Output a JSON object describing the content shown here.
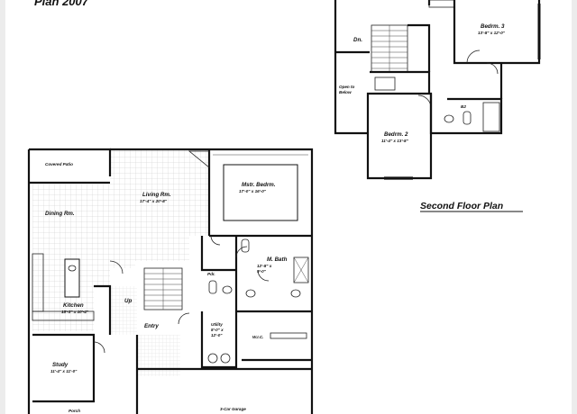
{
  "plan_title": "Plan 2007",
  "second_floor": {
    "caption": "Second Floor Plan",
    "dn": "Dn.",
    "open_to_below": [
      "Open to",
      "Below"
    ],
    "bedrm3": {
      "name": "Bedrm. 3",
      "size": "13'-8\" x 12'-0\""
    },
    "bedrm2": {
      "name": "Bedrm. 2",
      "size": "11'-4\" x 13'-8\""
    },
    "bath2": "B2"
  },
  "first_floor": {
    "covered_patio": "Covered Patio",
    "living": {
      "name": "Living Rm.",
      "size": "17'-4\" x 20'-8\""
    },
    "dining": "Dining Rm.",
    "mstr_bedrm": {
      "name": "Mstr. Bedrm.",
      "size": "17'-0\" x 16'-0\""
    },
    "m_bath": {
      "name": "M. Bath",
      "size": [
        "12'-8\" x",
        "9'-0\""
      ]
    },
    "pdr": "Pdr.",
    "kitchen": {
      "name": "Kitchen",
      "size": "15'-3\" x 10'-4\""
    },
    "up": "Up",
    "entry": "Entry",
    "utility": {
      "name": "Utility",
      "size": [
        "8'-0\" x",
        "12'-0\""
      ]
    },
    "wic": "W.I.C.",
    "study": {
      "name": "Study",
      "size": "11'-4\" x 11'-0\""
    },
    "porch": "Porch",
    "garage": "3-Car Garage"
  }
}
